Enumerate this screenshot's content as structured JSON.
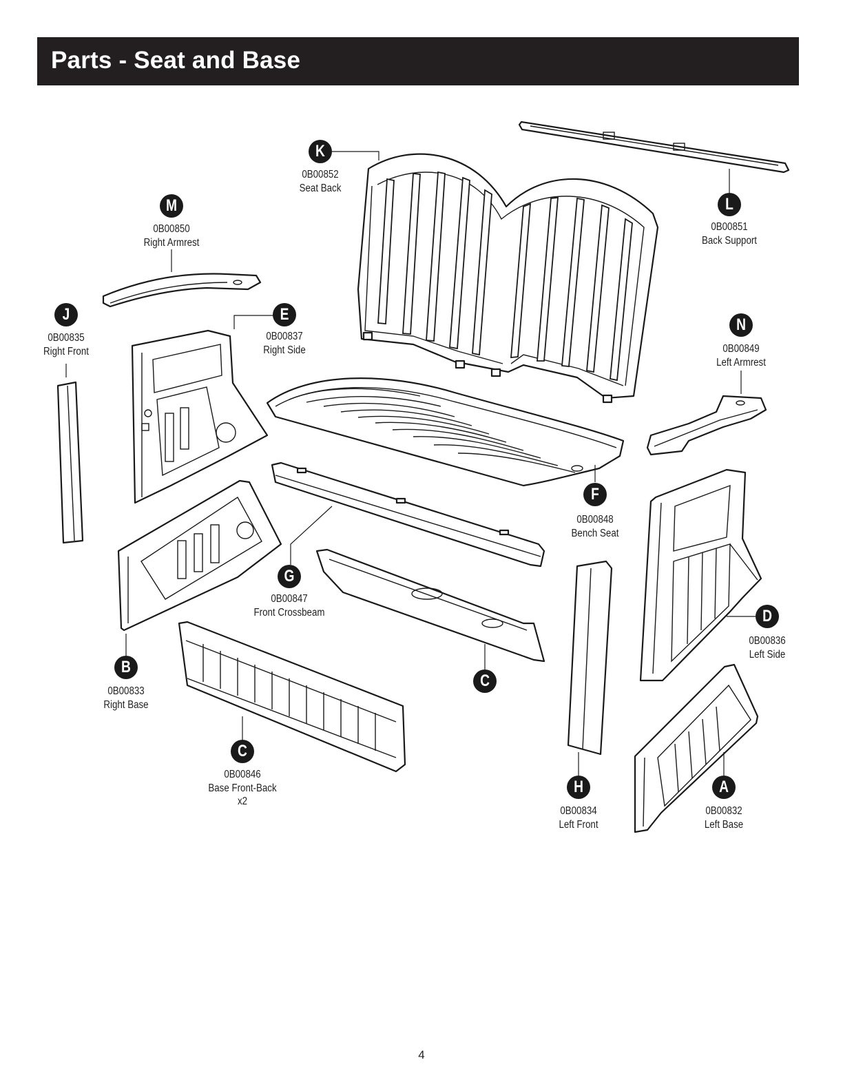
{
  "header": {
    "title": "Parts - Seat and Base"
  },
  "parts": {
    "K": {
      "letter": "K",
      "number": "0B00852",
      "name": "Seat Back"
    },
    "M": {
      "letter": "M",
      "number": "0B00850",
      "name": "Right Armrest"
    },
    "L": {
      "letter": "L",
      "number": "0B00851",
      "name": "Back Support"
    },
    "J": {
      "letter": "J",
      "number": "0B00835",
      "name": "Right Front"
    },
    "E": {
      "letter": "E",
      "number": "0B00837",
      "name": "Right Side"
    },
    "N": {
      "letter": "N",
      "number": "0B00849",
      "name": "Left Armrest"
    },
    "F": {
      "letter": "F",
      "number": "0B00848",
      "name": "Bench Seat"
    },
    "G": {
      "letter": "G",
      "number": "0B00847",
      "name": "Front Crossbeam"
    },
    "D": {
      "letter": "D",
      "number": "0B00836",
      "name": "Left Side"
    },
    "B": {
      "letter": "B",
      "number": "0B00833",
      "name": "Right Base"
    },
    "C_beam": {
      "letter": "C"
    },
    "C": {
      "letter": "C",
      "number": "0B00846",
      "name": "Base Front-Back",
      "qty": "x2"
    },
    "H": {
      "letter": "H",
      "number": "0B00834",
      "name": "Left Front"
    },
    "A": {
      "letter": "A",
      "number": "0B00832",
      "name": "Left Base"
    }
  },
  "footer": {
    "page_number": "4"
  }
}
